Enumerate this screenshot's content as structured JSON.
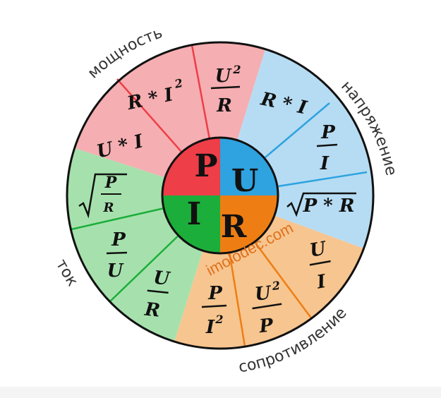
{
  "labels": {
    "power": "мощность",
    "voltage": "напряжение",
    "resistance": "сопротивление",
    "current": "ток"
  },
  "center": {
    "p": "P",
    "u": "U",
    "i": "I",
    "r": "R"
  },
  "watermark": "imolodec.com",
  "power_formulas": {
    "ui": "U * I",
    "ri2_r": "R * I",
    "ri2_exp": "2",
    "u2r_u": "U",
    "u2r_exp": "2",
    "u2r_r": "R"
  },
  "voltage_formulas": {
    "ri": "R * I",
    "pi_p": "P",
    "pi_i": "I",
    "sqrt_pr": "P * R"
  },
  "resistance_formulas": {
    "ui_u": "U",
    "ui_i": "I",
    "u2p_u": "U",
    "u2p_exp": "2",
    "u2p_p": "P",
    "pi2_p": "P",
    "pi2_i": "I",
    "pi2_exp": "2"
  },
  "current_formulas": {
    "ur_u": "U",
    "ur_r": "R",
    "pu_p": "P",
    "pu_u": "U",
    "sqrt_p": "P",
    "sqrt_r": "R"
  },
  "colors": {
    "power_light": "#f5aeb1",
    "power_dark": "#ee3e48",
    "voltage_light": "#b6dcf3",
    "voltage_dark": "#2ea3df",
    "resistance_light": "#f7c58f",
    "resistance_dark": "#ee7e14",
    "current_light": "#a6e1ad",
    "current_dark": "#1cae3a"
  }
}
